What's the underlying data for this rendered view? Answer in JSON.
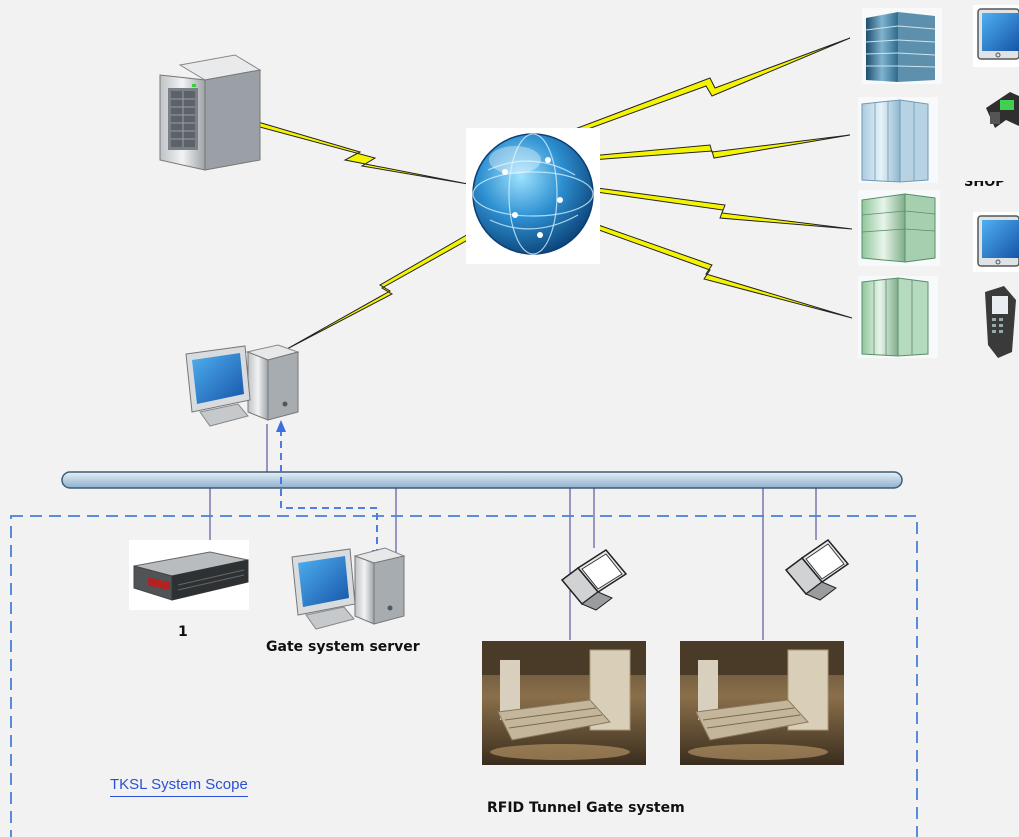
{
  "labels": {
    "device_1": "1",
    "gate_server": "Gate system server",
    "shop": "SHOP",
    "scope": "TKSL System Scope",
    "rfid": "RFID Tunnel Gate system"
  },
  "colors": {
    "background": "#f2f2f2",
    "lightning": "#f4f400",
    "scope_border": "#4a7fd9",
    "network_bus": "#c6d9ea",
    "connector": "#3a3a8a",
    "arrow": "#3a6fe0"
  },
  "icons": [
    "tower-server-icon",
    "globe-network-icon",
    "desktop-computer-icon",
    "rack-server-icon",
    "laptop-icon",
    "office-building-icon",
    "tablet-icon",
    "handheld-scanner-icon",
    "rfid-gate-photo"
  ]
}
